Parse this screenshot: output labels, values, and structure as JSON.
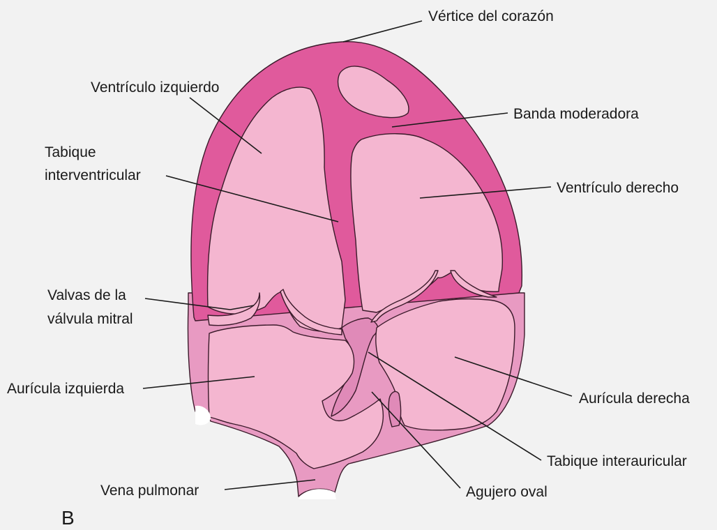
{
  "figure": {
    "panel_letter": "B",
    "colors": {
      "background": "#f2f2f2",
      "myocardium": "#e05a9c",
      "chamber": "#f4b6d0",
      "atrial_wall": "#e89ac2",
      "septum": "#e08ab8",
      "vessel_opening": "#ffffff",
      "outline": "#3a1a2a"
    },
    "labels": {
      "apex": "Vértice del corazón",
      "left_ventricle": "Ventrículo izquierdo",
      "moderator_band": "Banda moderadora",
      "interventricular_septum_1": "Tabique",
      "interventricular_septum_2": "interventricular",
      "right_ventricle": "Ventrículo derecho",
      "mitral_valve_1": "Valvas de la",
      "mitral_valve_2": "válvula mitral",
      "left_atrium": "Aurícula izquierda",
      "right_atrium": "Aurícula derecha",
      "interatrial_septum": "Tabique interauricular",
      "pulmonary_vein": "Vena pulmonar",
      "foramen_ovale": "Agujero oval"
    }
  }
}
